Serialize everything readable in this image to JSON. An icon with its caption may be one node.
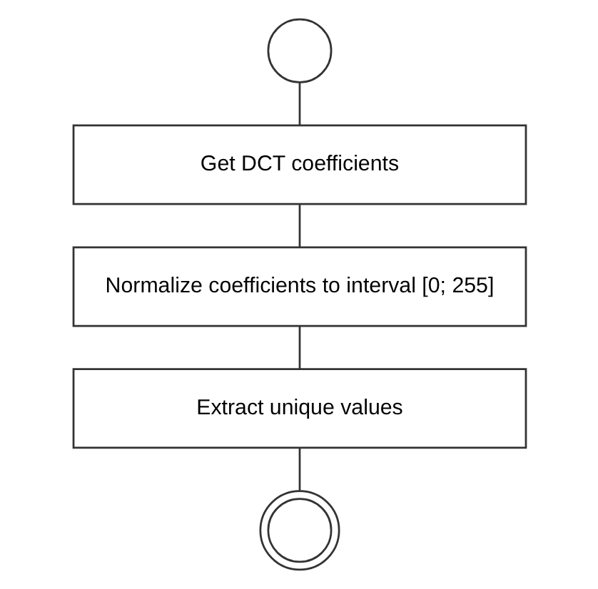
{
  "diagram": {
    "nodes": [
      {
        "text": [],
        "shape": "circle"
      },
      {
        "text": [
          "Get DCT coefficients"
        ]
      },
      {
        "text": [
          "Normalize coefficients to interval [0; 255]"
        ]
      },
      {
        "text": [
          "Extract unique values"
        ]
      },
      {
        "text": [],
        "shape": "circle"
      }
    ],
    "edges": [
      {
        "from": 0,
        "to": 1,
        "arrow": "none"
      },
      {
        "from": 1,
        "to": 2,
        "arrow": "none"
      },
      {
        "from": 2,
        "to": 3,
        "arrow": "none"
      },
      {
        "from": 3,
        "to": 4,
        "arrow": "none"
      }
    ]
  }
}
